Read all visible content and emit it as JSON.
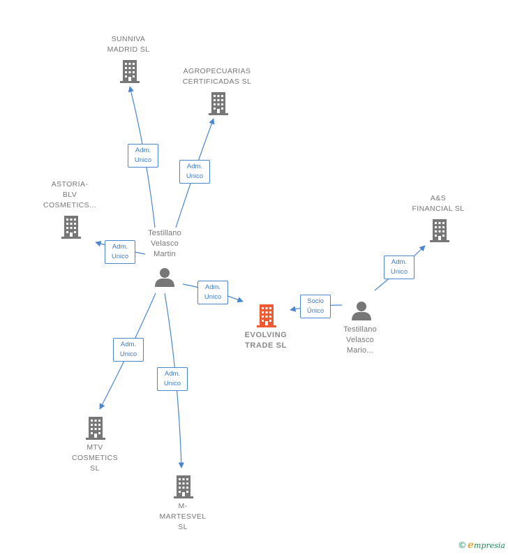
{
  "colors": {
    "edge": "#4a86cf",
    "building": "#777777",
    "focus_building": "#f05a32",
    "person": "#777777"
  },
  "nodes": {
    "sunniva": {
      "lines": [
        "SUNNIVA",
        "MADRID  SL"
      ],
      "icon": "building-icon"
    },
    "agropecuarias": {
      "lines": [
        "AGROPECUARIAS",
        "CERTIFICADAS SL"
      ],
      "icon": "building-icon"
    },
    "astoria": {
      "lines": [
        "ASTORIA-",
        "BLV",
        "COSMETICS..."
      ],
      "icon": "building-icon"
    },
    "as_financial": {
      "lines": [
        "A&S",
        "FINANCIAL  SL"
      ],
      "icon": "building-icon"
    },
    "testillano_martin": {
      "lines": [
        "Testillano",
        "Velasco",
        "Martin"
      ],
      "icon": "person-icon"
    },
    "evolving": {
      "lines": [
        "EVOLVING",
        "TRADE  SL"
      ],
      "icon": "building-icon"
    },
    "testillano_mario": {
      "lines": [
        "Testillano",
        "Velasco",
        "Mario..."
      ],
      "icon": "person-icon"
    },
    "mtv": {
      "lines": [
        "MTV",
        "COSMETICS",
        "SL"
      ],
      "icon": "building-icon"
    },
    "martesvel": {
      "lines": [
        "M-",
        "MARTESVEL",
        "SL"
      ],
      "icon": "building-icon"
    }
  },
  "edges": {
    "martin_sunniva": [
      "Adm.",
      "Unico"
    ],
    "martin_agropecuarias": [
      "Adm.",
      "Unico"
    ],
    "martin_astoria": [
      "Adm.",
      "Unico"
    ],
    "martin_evolving": [
      "Adm.",
      "Unico"
    ],
    "martin_mtv": [
      "Adm.",
      "Unico"
    ],
    "martin_martesvel": [
      "Adm.",
      "Unico"
    ],
    "mario_as_financial": [
      "Adm.",
      "Unico"
    ],
    "mario_evolving": [
      "Socio",
      "Único"
    ]
  },
  "footer": {
    "copyright": "©",
    "brand_initial": "e",
    "brand_rest": "mpresia"
  }
}
